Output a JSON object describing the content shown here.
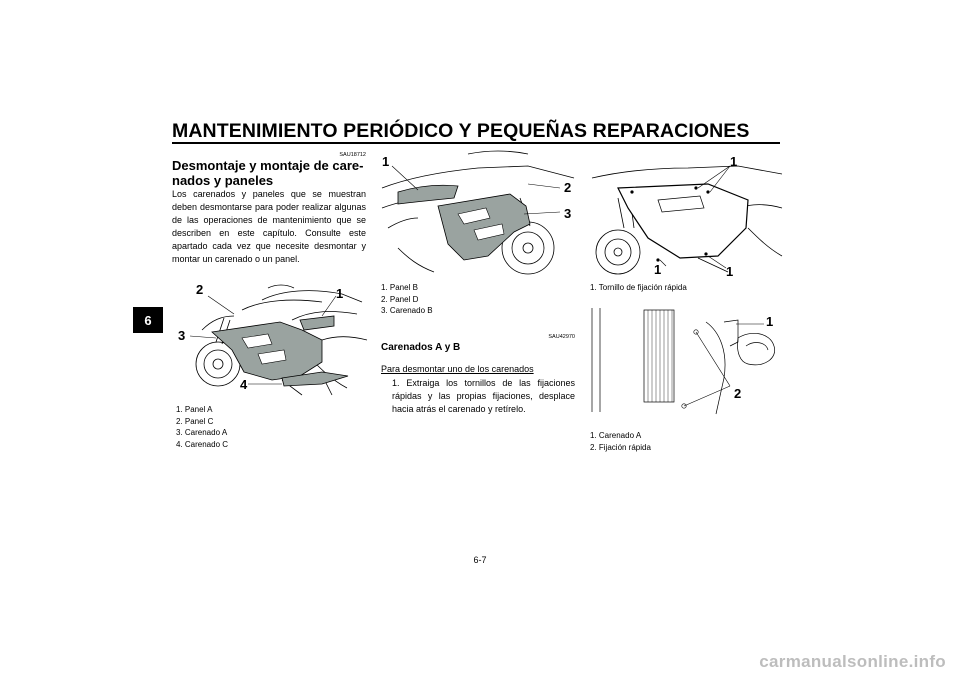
{
  "header": {
    "title": "MANTENIMIENTO PERIÓDICO Y PEQUEÑAS REPARACIONES"
  },
  "chapter_tab": "6",
  "left_column": {
    "code": "SAU18712",
    "section_title_line1": "Desmontaje y montaje de care-",
    "section_title_line2": "nados y paneles",
    "body": "Los carenados y paneles que se muestran deben desmontarse para poder realizar algunas de las operaciones de mantenimiento que se describen en este capítulo. Consulte este apartado cada vez que necesite desmontar y montar un carenado o un panel.",
    "figure_callouts": [
      "2",
      "1",
      "3",
      "4"
    ],
    "captions": [
      "1. Panel A",
      "2. Panel C",
      "3. Carenado A",
      "4. Carenado C"
    ]
  },
  "middle_column": {
    "figure_callouts": [
      "1",
      "2",
      "3"
    ],
    "captions": [
      "1. Panel B",
      "2. Panel D",
      "3. Carenado B"
    ],
    "code": "SAU42970",
    "section_title": "Carenados A y B",
    "sub_heading": "Para desmontar uno de los carenados",
    "step1": "1. Extraiga los tornillos de las fijaciones rápidas y las propias fijaciones, desplace hacia atrás el carenado y retírelo."
  },
  "right_column": {
    "figure1_callouts": [
      "1",
      "1",
      "1"
    ],
    "figure1_captions": [
      "1. Tornillo de fijación rápida"
    ],
    "figure2_callouts": [
      "1",
      "2"
    ],
    "figure2_captions": [
      "1. Carenado A",
      "2. Fijación rápida"
    ]
  },
  "page_number": "6-7",
  "watermark": "carmanualsonline.info"
}
